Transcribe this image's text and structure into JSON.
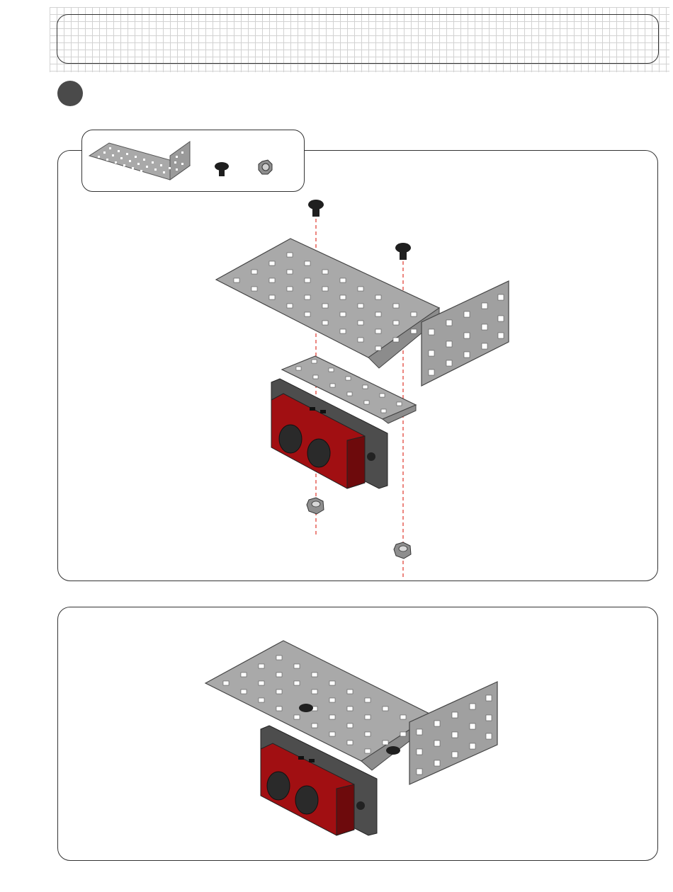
{
  "step": {
    "number": ""
  },
  "parts": [
    {
      "name": "angle-plate",
      "quantity": ""
    },
    {
      "name": "screw",
      "quantity": ""
    },
    {
      "name": "nut",
      "quantity": ""
    }
  ],
  "colors": {
    "plate": "#a9a9a9",
    "plate_dark": "#8c8c8c",
    "sensor_red": "#a10f12",
    "sensor_dark": "#6d0a0c",
    "hardware": "#1f1f1f",
    "guide_line": "#e0362b",
    "frame": "#333333"
  }
}
